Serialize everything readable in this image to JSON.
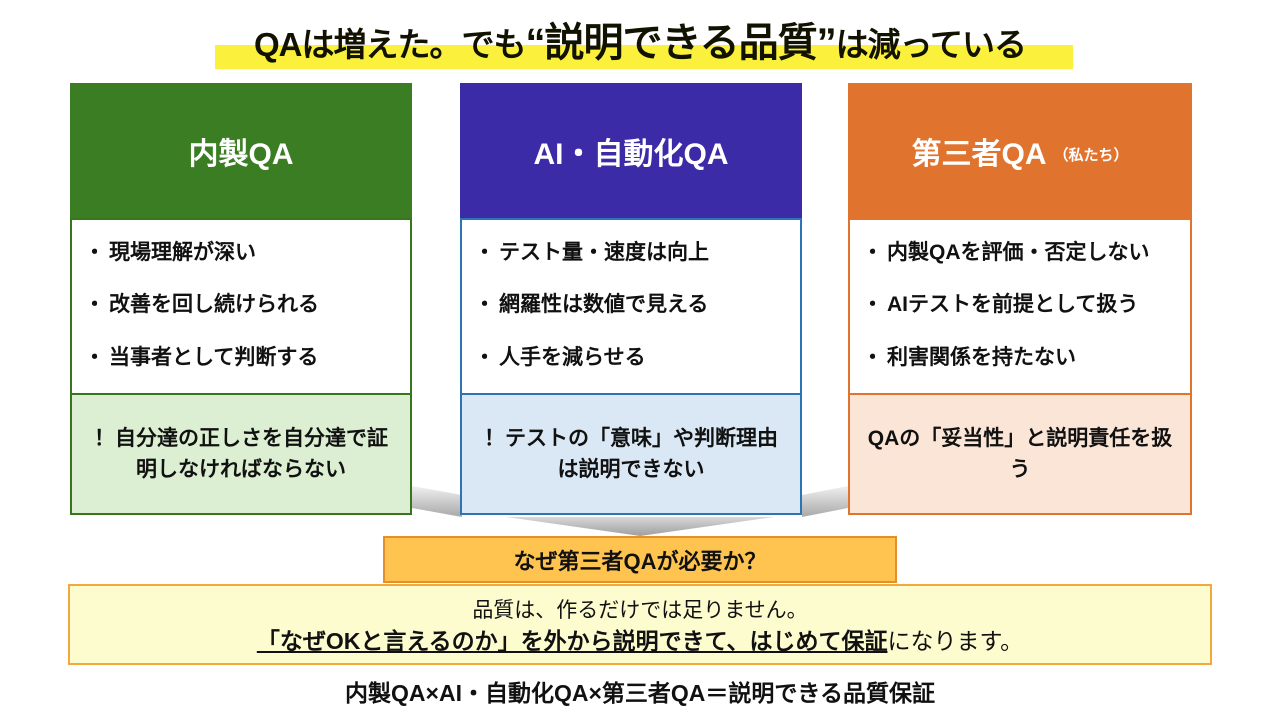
{
  "title": {
    "part1": "QAは増えた。でも",
    "part2": "“説明できる品質”",
    "part3": "は減っている"
  },
  "glyphs": {
    "bullet": "・"
  },
  "columns": [
    {
      "header": "内製QA",
      "header_sub": "",
      "items": [
        "現場理解が深い",
        "改善を回し続けられる",
        "当事者として判断する"
      ],
      "note": "！自分達の正しさを自分達で証明しなければならない"
    },
    {
      "header": "AI・自動化QA",
      "header_sub": "",
      "items": [
        "テスト量・速度は向上",
        "網羅性は数値で見える",
        "人手を減らせる"
      ],
      "note": "！テストの「意味」や判断理由は説明できない"
    },
    {
      "header": "第三者QA",
      "header_sub": "（私たち）",
      "items": [
        "内製QAを評価・否定しない",
        "AIテストを前提として扱う",
        "利害関係を持たない"
      ],
      "note": "QAの「妥当性」と説明責任を扱う"
    }
  ],
  "question_box": {
    "label": "なぜ第三者QAが必要か？"
  },
  "summary_box": {
    "line1": "品質は、作るだけでは足りません。",
    "line2_emphasis": " 「なぜOKと言えるのか」を外から説明できて、はじめて保証",
    "line2_tail": "になります。"
  },
  "footer": {
    "formula": "内製QA×AI・自動化QA×第三者QA＝説明できる品質保証"
  },
  "colors": {
    "title_highlight": "#fbf13d",
    "inhouse_green": "#3a7d22",
    "inhouse_green_light": "#ddefd3",
    "ai_indigo": "#3b2ba6",
    "ai_blue_border": "#2e74b5",
    "ai_blue_light": "#dae8f5",
    "thirdparty_orange": "#e0742f",
    "thirdparty_orange_light": "#fbe5d6",
    "question_amber": "#ffc44f",
    "question_amber_border": "#e78d2a",
    "summary_yellow": "#fdfccf",
    "summary_yellow_border": "#f2a93b",
    "arrow_gray": "#a6a6a6"
  }
}
